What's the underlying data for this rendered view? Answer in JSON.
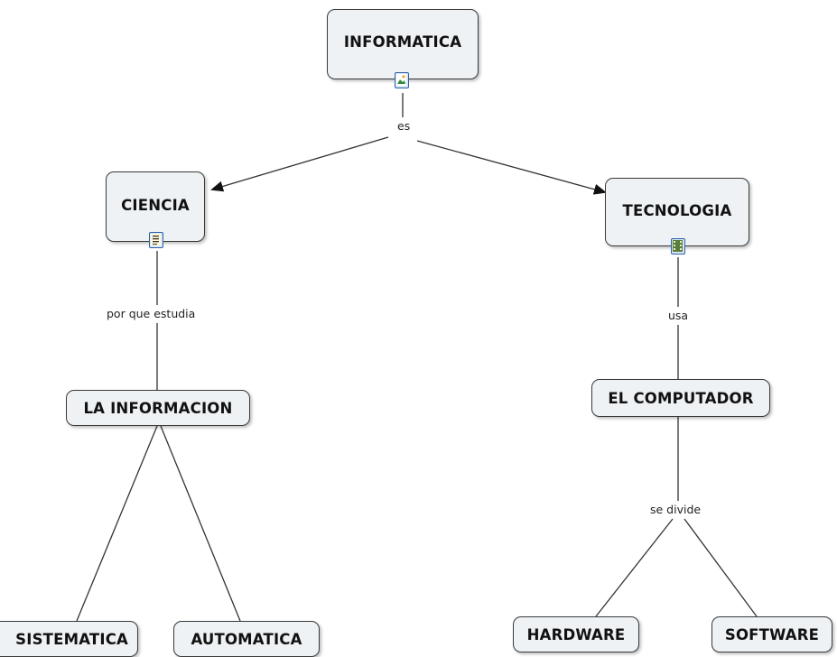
{
  "concepts": {
    "informatica": "INFORMATICA",
    "ciencia": "CIENCIA",
    "tecnologia": "TECNOLOGIA",
    "la_informacion": "LA INFORMACION",
    "el_computador": "EL COMPUTADOR",
    "sistematica": "SISTEMATICA",
    "automatica": "AUTOMATICA",
    "hardware": "HARDWARE",
    "software": "SOFTWARE"
  },
  "links": {
    "es": "es",
    "por_que_estudia": "por que estudia",
    "usa": "usa",
    "se_divide": "se divide"
  },
  "resource_icons": {
    "informatica": "image-icon",
    "ciencia": "document-icon",
    "tecnologia": "film-icon"
  },
  "colors": {
    "node_fill": "#eef2f5",
    "node_border": "#3a3a3a",
    "line": "#333333",
    "icon_border": "#2b5fa8"
  }
}
